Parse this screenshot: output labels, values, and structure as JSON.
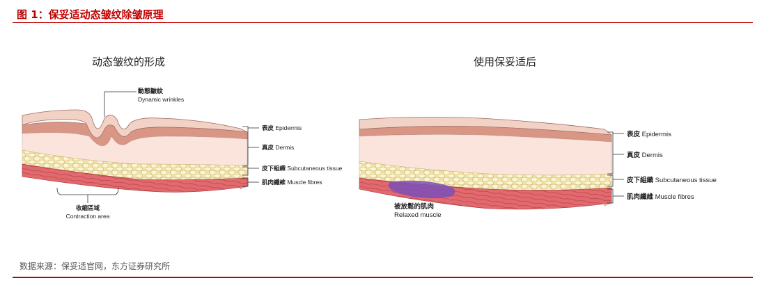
{
  "figure_title": "图 1：保妥适动态皱纹除皱原理",
  "left_panel": {
    "title": "动态皱纹的形成",
    "wrinkles_cn": "動態皺紋",
    "wrinkles_en": "Dynamic wrinkles",
    "layers": [
      {
        "cn": "表皮",
        "en": "Epidermis"
      },
      {
        "cn": "真皮",
        "en": "Dermis"
      },
      {
        "cn": "皮下組織",
        "en": "Subcutaneous tissue"
      },
      {
        "cn": "肌肉纖維",
        "en": "Muscle fibres"
      }
    ],
    "contraction_cn": "收縮區域",
    "contraction_en": "Contraction area"
  },
  "right_panel": {
    "title": "使用保妥适后",
    "layers": [
      {
        "cn": "表皮",
        "en": "Epidermis"
      },
      {
        "cn": "真皮",
        "en": "Dermis"
      },
      {
        "cn": "皮下組織",
        "en": "Subcutaneous tissue"
      },
      {
        "cn": "肌肉纖維",
        "en": "Muscle fibres"
      }
    ],
    "relaxed_cn": "被放鬆的肌肉",
    "relaxed_en": "Relaxed muscle"
  },
  "source": "数据来源：保妥适官网，东方证券研究所",
  "colors": {
    "accent": "#c00000",
    "epidermis": "#f6ddd3",
    "dermis": "#f9e3dc",
    "fat": "#f7efc4",
    "muscle": "#e26a6e",
    "relaxed_muscle": "#7b4fb8"
  }
}
